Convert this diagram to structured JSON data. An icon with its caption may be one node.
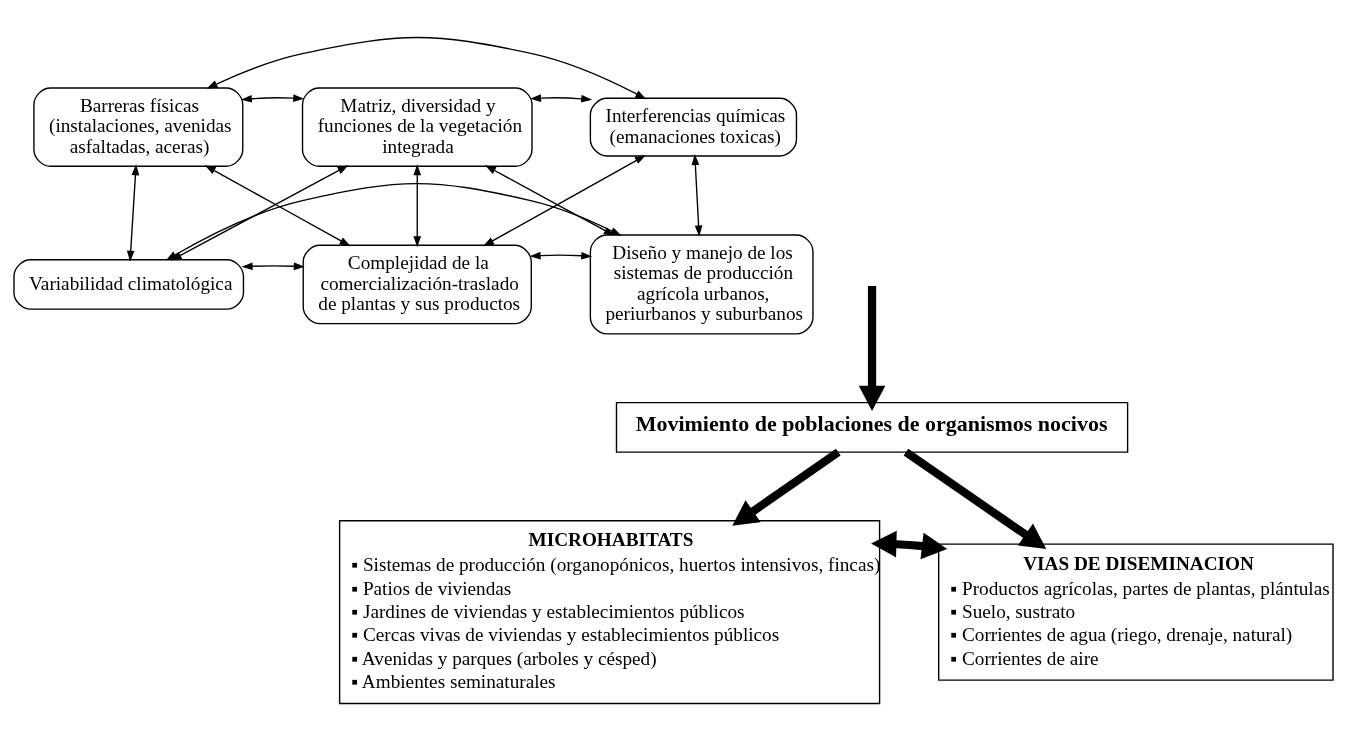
{
  "diagram": {
    "nodes": [
      {
        "text": [
          "Barreras físicas (instalaciones, avenidas asfaltadas, aceras)"
        ]
      },
      {
        "text": [
          "Matriz, diversidad y funciones de la vegetación integrada"
        ]
      },
      {
        "text": [
          "Interferencias químicas (emanaciones toxicas)"
        ]
      },
      {
        "text": [
          "Variabilidad climatológica"
        ]
      },
      {
        "text": [
          "Complejidad de la comercialización-traslado de plantas y sus productos"
        ]
      },
      {
        "text": [
          "Diseño y manejo de los sistemas de producción agrícola urbanos, periurbanos y suburbanos"
        ]
      },
      {
        "text": [
          "Movimiento de poblaciones de organismos nocivos"
        ]
      },
      {
        "text": [
          "MICROHABITATS",
          "▪ Sistemas de producción (organopónicos, huertos intensivos, fincas)",
          "▪ Patios de viviendas",
          "▪ Jardines de viviendas y establecimientos públicos",
          "▪ Cercas vivas de viviendas y establecimientos públicos",
          "▪ Avenidas y parques (arboles y césped)",
          "▪ Ambientes seminaturales"
        ]
      },
      {
        "text": [
          "VIAS DE DISEMINACION",
          "▪ Productos agrícolas, partes de plantas, plántulas",
          "▪ Suelo, sustrato",
          "▪ Corrientes de agua (riego, drenaje, natural)",
          "▪ Corrientes de aire"
        ]
      }
    ],
    "edges": [
      {
        "from": 0,
        "to": 2,
        "arrow": "both"
      },
      {
        "from": 0,
        "to": 1,
        "arrow": "both"
      },
      {
        "from": 0,
        "to": 4,
        "arrow": "both"
      },
      {
        "from": 0,
        "to": 3,
        "arrow": "both"
      },
      {
        "from": 2,
        "to": 1,
        "arrow": "both"
      },
      {
        "from": 2,
        "to": 4,
        "arrow": "both"
      },
      {
        "from": 2,
        "to": 5,
        "arrow": "both"
      },
      {
        "from": 1,
        "to": 4,
        "arrow": "both"
      },
      {
        "from": 3,
        "to": 1,
        "arrow": "both"
      },
      {
        "from": 3,
        "to": 4,
        "arrow": "both"
      },
      {
        "from": 1,
        "to": 5,
        "arrow": "both"
      },
      {
        "from": 4,
        "to": 5,
        "arrow": "both"
      },
      {
        "from": 3,
        "to": 5,
        "arrow": "both"
      },
      {
        "from": null,
        "to": 6,
        "arrow": "to",
        "style": "thick"
      },
      {
        "from": 6,
        "to": 7,
        "arrow": "to",
        "style": "thick"
      },
      {
        "from": 6,
        "to": 8,
        "arrow": "to",
        "style": "thick"
      },
      {
        "from": 7,
        "to": 8,
        "arrow": "both",
        "style": "thick"
      }
    ]
  }
}
